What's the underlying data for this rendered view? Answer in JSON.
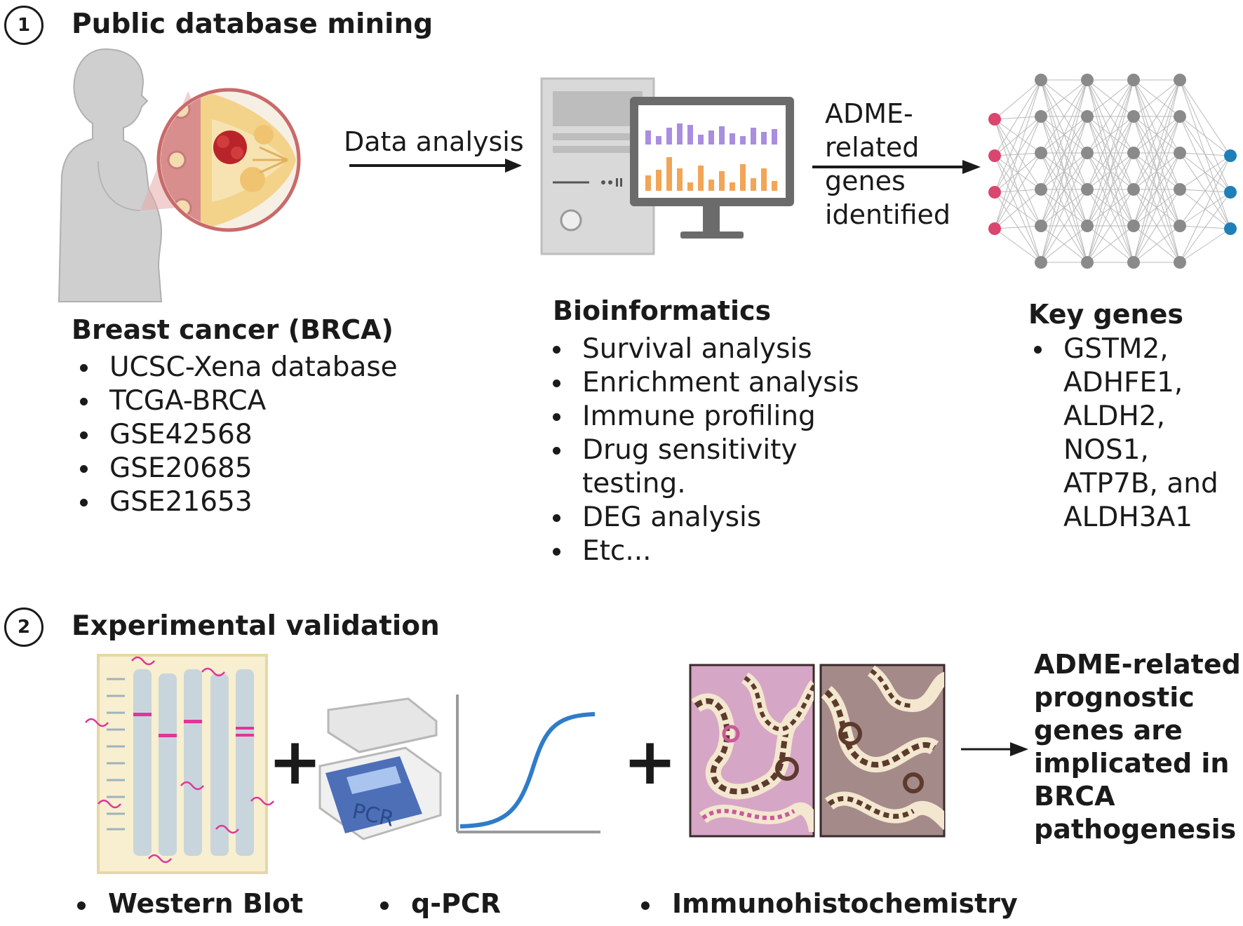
{
  "step1": {
    "number": "1",
    "title": "Public database mining"
  },
  "step2": {
    "number": "2",
    "title": "Experimental validation"
  },
  "arrow1_label": "Data analysis",
  "arrow2_label": [
    "ADME-",
    "related",
    "genes",
    "identified"
  ],
  "breast_cancer": {
    "heading": "Breast cancer (BRCA)",
    "items": [
      "UCSC-Xena database",
      "TCGA-BRCA",
      "GSE42568",
      "GSE20685",
      "GSE21653"
    ]
  },
  "bioinformatics": {
    "heading": "Bioinformatics",
    "items": [
      "Survival analysis",
      "Enrichment analysis",
      "Immune profiling",
      "Drug sensitivity testing.",
      "DEG analysis",
      "Etc..."
    ]
  },
  "key_genes": {
    "heading": "Key genes",
    "items": [
      "GSTM2, ADHFE1, ALDH2, NOS1, ATP7B, and ALDH3A1"
    ]
  },
  "pcr_label": "PCR",
  "methods": {
    "western_blot": "Western Blot",
    "qpcr": "q-PCR",
    "ihc": "Immunohistochemistry"
  },
  "plus_sign": "+",
  "conclusion": "ADME-related\nprognostic\ngenes  are\nimplicated in\nBRCA\npathogenesis",
  "colors": {
    "pink_node": "#d9466e",
    "gray_node": "#8a8a8a",
    "blue_node": "#1f7fb8",
    "purple_bar": "#a98ee0",
    "orange_bar": "#f2a557",
    "gel_band": "#e0359a",
    "curve": "#2f7cc9"
  }
}
